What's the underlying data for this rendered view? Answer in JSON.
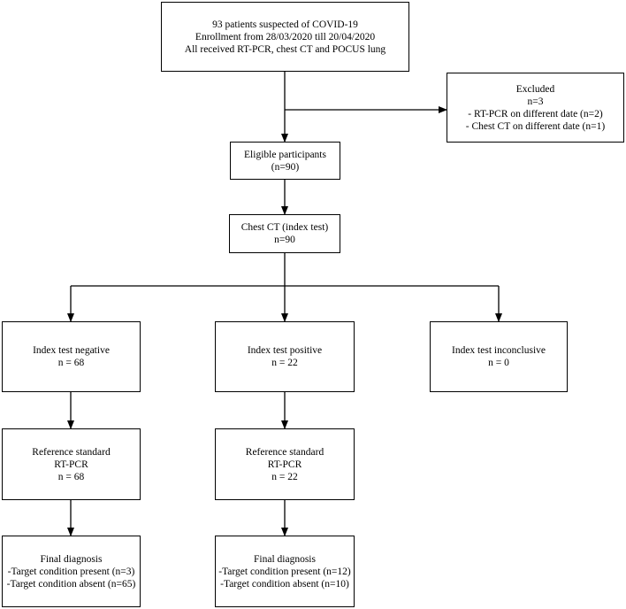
{
  "enrollment": {
    "line1": "93 patients suspected of COVID-19",
    "line2": "Enrollment from 28/03/2020 till 20/04/2020",
    "line3": "All received RT-PCR, chest CT and POCUS lung"
  },
  "excluded": {
    "title": "Excluded",
    "count": "n=3",
    "reason1": "- RT-PCR on different date (n=2)",
    "reason2": "- Chest CT on different date (n=1)"
  },
  "eligible": {
    "title": "Eligible participants",
    "count": "(n=90)"
  },
  "index_test": {
    "title": "Chest CT (index test)",
    "count": "n=90"
  },
  "negative": {
    "title": "Index test negative",
    "count": "n = 68"
  },
  "positive": {
    "title": "Index test positive",
    "count": "n = 22"
  },
  "inconclusive": {
    "title": "Index test inconclusive",
    "count": "n = 0"
  },
  "ref_negative": {
    "title": "Reference standard",
    "test": "RT-PCR",
    "count": "n = 68"
  },
  "ref_positive": {
    "title": "Reference standard",
    "test": "RT-PCR",
    "count": "n = 22"
  },
  "final_negative": {
    "title": "Final diagnosis",
    "present": "-Target condition present (n=3)",
    "absent": "-Target condition absent (n=65)"
  },
  "final_positive": {
    "title": "Final diagnosis",
    "present": "-Target condition present (n=12)",
    "absent": "-Target condition absent (n=10)"
  }
}
